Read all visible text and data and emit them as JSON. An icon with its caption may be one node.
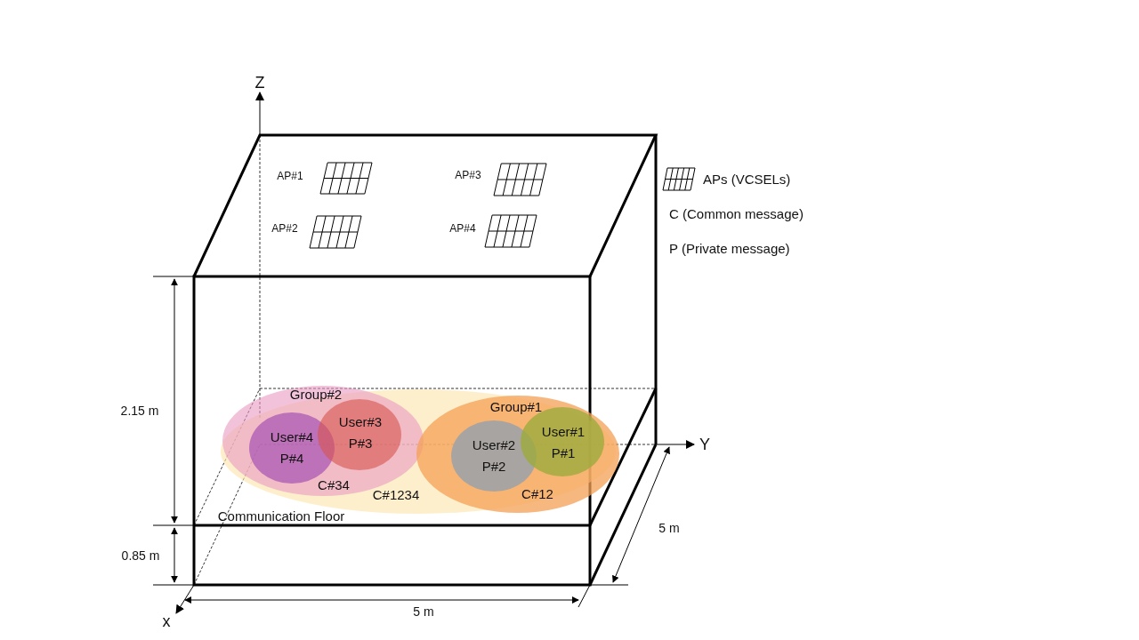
{
  "diagram": {
    "nodes": [
      {
        "text": [
          "C#1234"
        ]
      },
      {
        "text": [
          "Group#2",
          "C#34"
        ],
        "in": 0
      },
      {
        "text": [
          "User#4",
          "P#4"
        ],
        "in": 1
      },
      {
        "text": [
          "User#3",
          "P#3"
        ],
        "in": 1
      },
      {
        "text": [
          "Group#1",
          "C#12"
        ],
        "in": 0
      },
      {
        "text": [
          "User#2",
          "P#2"
        ],
        "in": 4
      },
      {
        "text": [
          "User#1",
          "P#1"
        ],
        "in": 4
      }
    ],
    "labels": [
      "Z",
      "AP#1",
      "AP#3",
      "AP#2",
      "AP#4",
      "Y",
      "2.15 m",
      "Communication Floor",
      "0.85 m",
      "5 m",
      "5 m",
      "x"
    ],
    "legend": [
      {
        "text": "APs (VCSELs)"
      },
      {
        "text": "C (Common message)"
      },
      {
        "text": "P (Private message)"
      }
    ]
  }
}
